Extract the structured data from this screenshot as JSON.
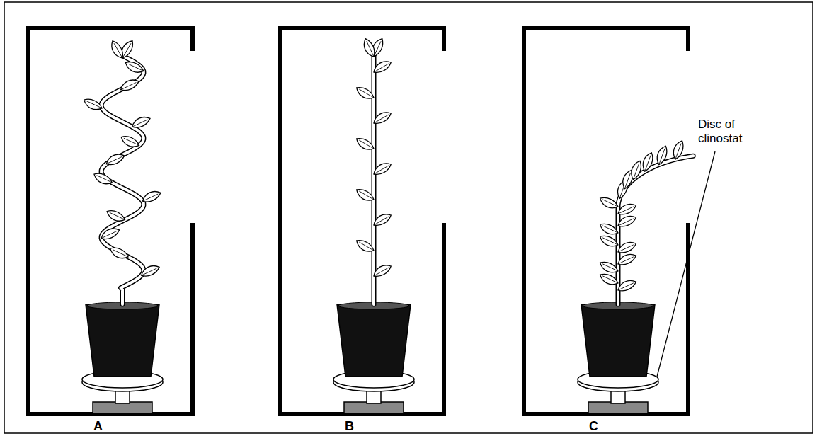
{
  "diagram": {
    "labels": [
      "A",
      "B",
      "C",
      "Disc of clinostat"
    ]
  }
}
